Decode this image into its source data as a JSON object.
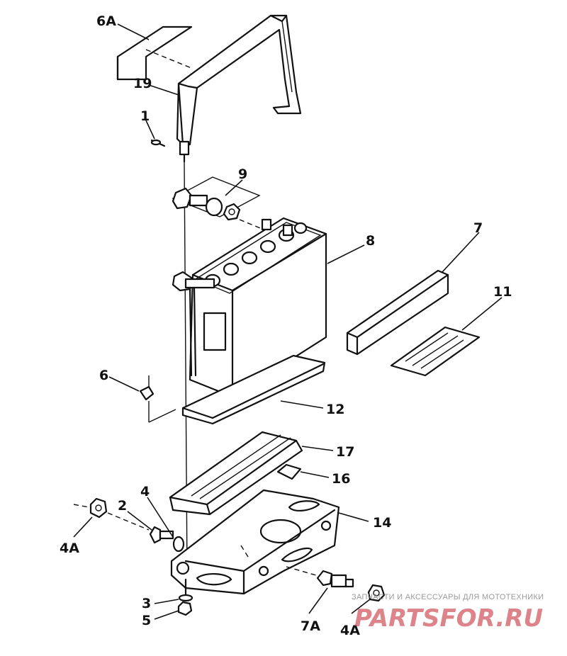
{
  "diagram": {
    "parts": [
      {
        "id": "6A",
        "label": "6A"
      },
      {
        "id": "19",
        "label": "19"
      },
      {
        "id": "1",
        "label": "1"
      },
      {
        "id": "9",
        "label": "9"
      },
      {
        "id": "8",
        "label": "8"
      },
      {
        "id": "7",
        "label": "7"
      },
      {
        "id": "11",
        "label": "11"
      },
      {
        "id": "6",
        "label": "6"
      },
      {
        "id": "12",
        "label": "12"
      },
      {
        "id": "17",
        "label": "17"
      },
      {
        "id": "16",
        "label": "16"
      },
      {
        "id": "14",
        "label": "14"
      },
      {
        "id": "2",
        "label": "2"
      },
      {
        "id": "4",
        "label": "4"
      },
      {
        "id": "4A-left",
        "label": "4A"
      },
      {
        "id": "3",
        "label": "3"
      },
      {
        "id": "5",
        "label": "5"
      },
      {
        "id": "7A",
        "label": "7A"
      },
      {
        "id": "4A-right",
        "label": "4A"
      }
    ]
  },
  "watermark": {
    "caption": "ЗАПЧАСТИ И АКСЕССУАРЫ ДЛЯ МОТОТЕХНИКИ",
    "brand": "PARTSFOR.RU",
    "brand_color": "#c21f2b"
  }
}
